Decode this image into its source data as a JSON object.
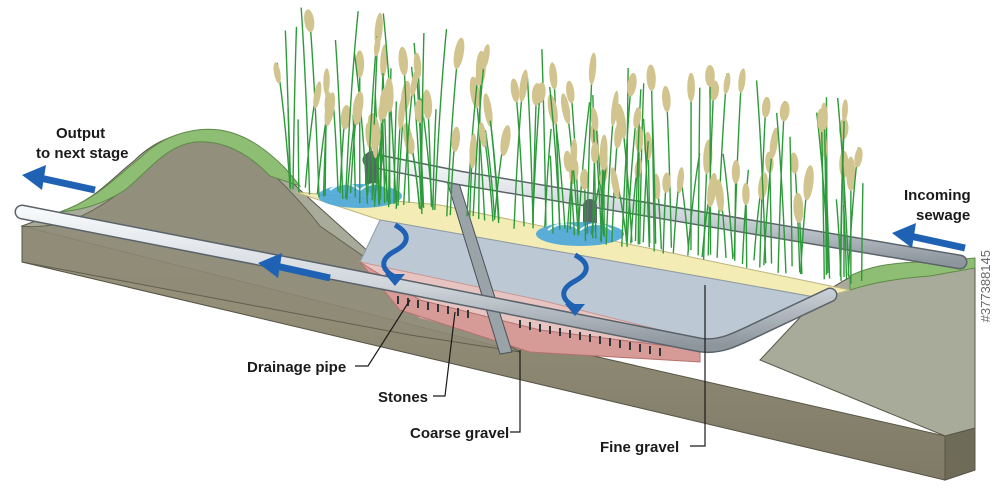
{
  "labels": {
    "output_line1": "Output",
    "output_line2": "to next stage",
    "incoming_line1": "Incoming",
    "incoming_line2": "sewage",
    "drainage_pipe": "Drainage pipe",
    "stones": "Stones",
    "coarse_gravel": "Coarse gravel",
    "fine_gravel": "Fine gravel"
  },
  "watermark": {
    "id_text": "#377388145"
  },
  "colors": {
    "arrow": "#1f62b3",
    "soil_top": "#a7aa99",
    "soil_front": "#8f8b77",
    "grass": "#8ebe73",
    "sand": "#f3ecb4",
    "fine_gravel": "#bcc8d4",
    "coarse_gravel": "#e6c4c2",
    "stones": "#d69a97",
    "pipe": "#dfe3e7",
    "reed_green": "#2d9a3a",
    "reed_plume": "#d2c48f",
    "water": "#49a6d9"
  }
}
